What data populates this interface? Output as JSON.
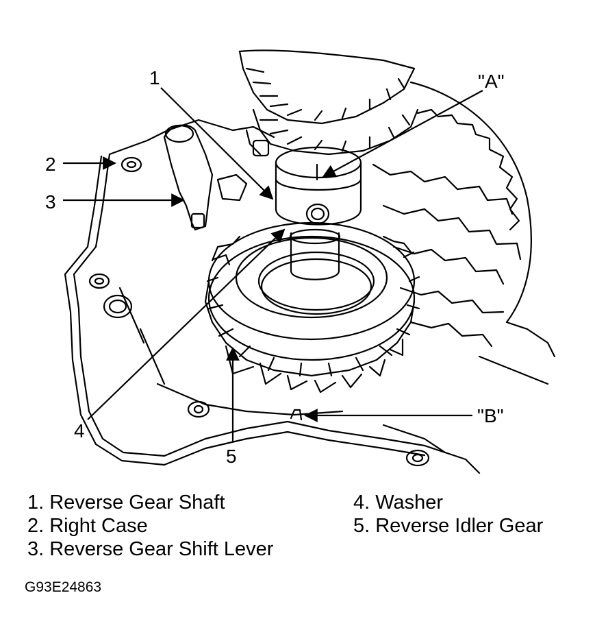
{
  "callouts": {
    "c1": "1",
    "c2": "2",
    "c3": "3",
    "c4": "4",
    "c5": "5",
    "cA": "\"A\"",
    "cB": "\"B\""
  },
  "legend": {
    "left": [
      "1. Reverse Gear Shaft",
      "2. Right Case",
      "3. Reverse Gear Shift Lever"
    ],
    "right": [
      "4. Washer",
      "5. Reverse Idler Gear"
    ]
  },
  "figure_id": "G93E24863",
  "colors": {
    "ink": "#000000",
    "paper": "#ffffff"
  }
}
